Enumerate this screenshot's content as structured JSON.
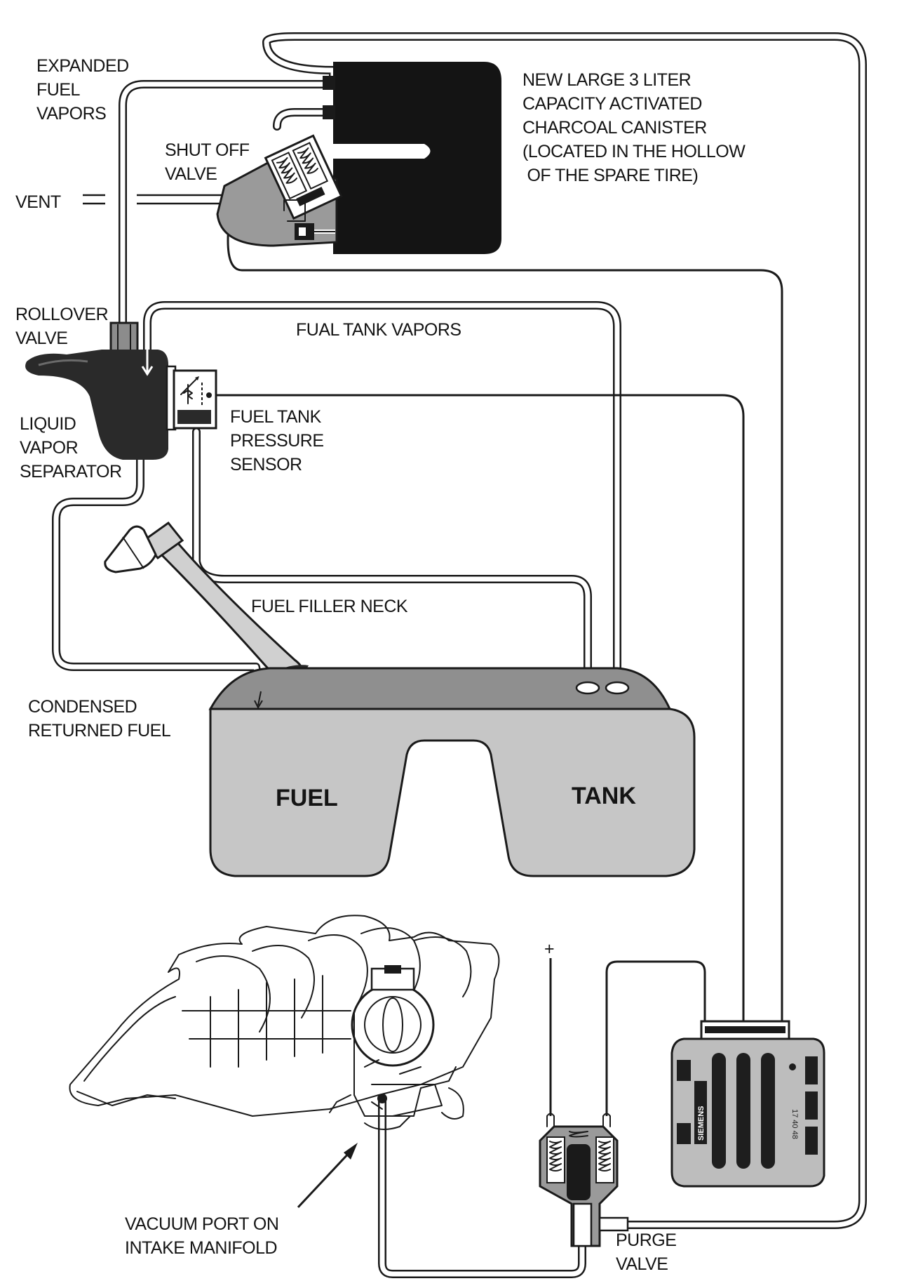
{
  "labels": {
    "expanded_fuel_vapors": [
      "EXPANDED",
      "FUEL",
      "VAPORS"
    ],
    "canister": [
      "NEW LARGE 3 LITER",
      "CAPACITY ACTIVATED",
      "CHARCOAL CANISTER",
      "(LOCATED IN THE HOLLOW",
      " OF THE SPARE TIRE)"
    ],
    "shut_off_valve": [
      "SHUT OFF",
      "VALVE"
    ],
    "vent": "VENT",
    "rollover_valve": [
      "ROLLOVER",
      "VALVE"
    ],
    "fual_tank_vapors": "FUAL TANK VAPORS",
    "liquid_vapor_separator": [
      "LIQUID",
      "VAPOR",
      "SEPARATOR"
    ],
    "fuel_tank_pressure_sensor": [
      "FUEL TANK",
      "PRESSURE",
      "SENSOR"
    ],
    "fuel_filler_neck": "FUEL FILLER NECK",
    "condensed_returned_fuel": [
      "CONDENSED",
      "RETURNED FUEL"
    ],
    "tank_fuel": "FUEL",
    "tank_tank": "TANK",
    "plus_sign": "+",
    "vacuum_port": [
      "VACUUM PORT ON",
      "INTAKE MANIFOLD"
    ],
    "purge_valve": [
      "PURGE",
      "VALVE"
    ],
    "ecu_brand": "SIEMENS",
    "ecu_part": "17 40 48"
  },
  "colors": {
    "ink": "#1a1a1a",
    "canister": "#141414",
    "tank_top": "#8f8f8f",
    "tank_body": "#c6c6c6",
    "separator": "#2a2a2a",
    "valve_housing": "#9a9a9a",
    "ecu_body": "#bdbdbd",
    "ecu_dark": "#1e1e1e"
  }
}
